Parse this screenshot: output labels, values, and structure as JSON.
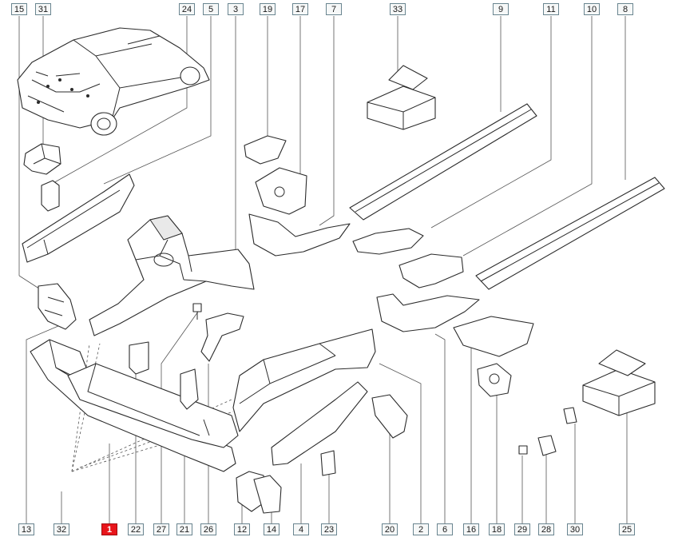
{
  "labels": {
    "top": [
      "15",
      "31",
      "24",
      "5",
      "3",
      "19",
      "17",
      "7",
      "33",
      "9",
      "11",
      "10",
      "8"
    ],
    "bottom": [
      "13",
      "32",
      "1",
      "22",
      "27",
      "21",
      "26",
      "12",
      "14",
      "4",
      "23",
      "20",
      "2",
      "6",
      "16",
      "18",
      "29",
      "28",
      "30",
      "25"
    ],
    "highlighted": "1"
  },
  "colors": {
    "highlight": "#e8151b",
    "line": "#2b2b2b",
    "label_border": "#6a8590"
  }
}
